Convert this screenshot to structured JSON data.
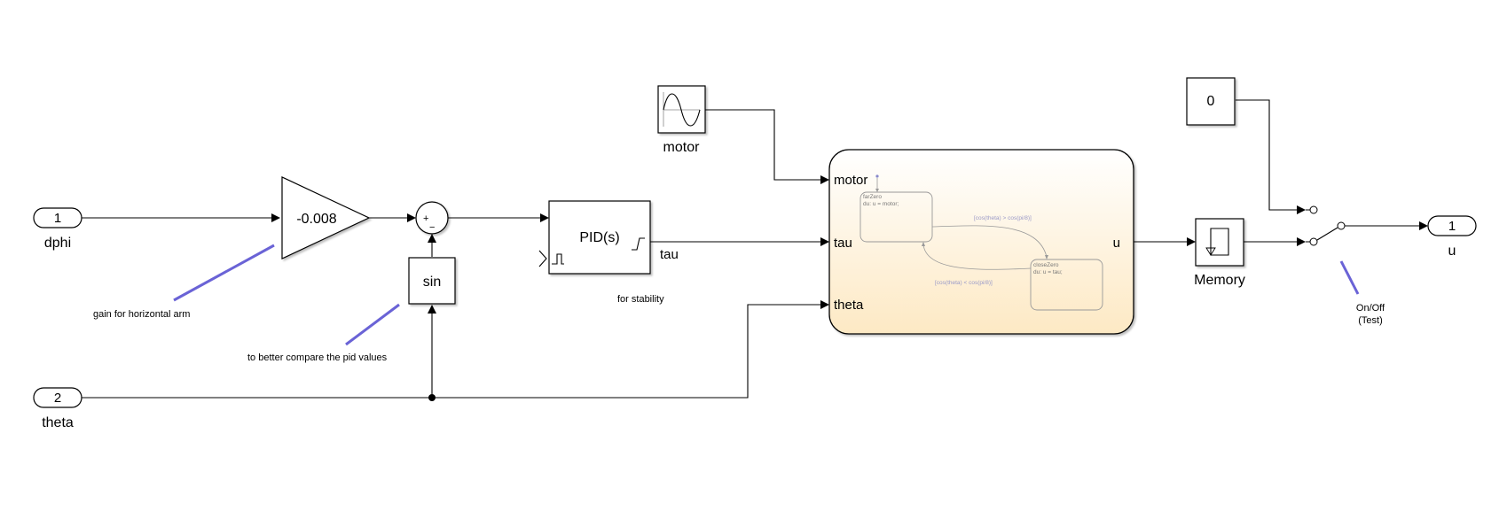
{
  "inports": [
    {
      "number": "1",
      "name": "dphi"
    },
    {
      "number": "2",
      "name": "theta"
    }
  ],
  "outport": {
    "number": "1",
    "name": "u"
  },
  "gain": {
    "value": "-0.008"
  },
  "sum": {
    "sign_plus": "+",
    "sign_minus": "−"
  },
  "sin_block": {
    "label": "sin"
  },
  "pid": {
    "label": "PID(s)",
    "output_label": "tau"
  },
  "sine_source": {
    "name": "motor"
  },
  "chart": {
    "inputs": [
      "motor",
      "tau",
      "theta"
    ],
    "output": "u",
    "states": [
      {
        "name": "farZero",
        "action": "du: u = motor;"
      },
      {
        "name": "closeZero",
        "action": "du: u = tau;"
      }
    ],
    "transitions": [
      "[cos(theta) > cos(pi/8)]",
      "[cos(theta) < cos(pi/8)]"
    ]
  },
  "memory": {
    "name": "Memory"
  },
  "constant": {
    "value": "0"
  },
  "annotations": {
    "gain_note": "gain for horizontal arm",
    "sin_note": "to better compare the pid values",
    "pid_note": "for stability",
    "switch_note_line1": "On/Off",
    "switch_note_line2": "(Test)"
  },
  "colors": {
    "annotation_line": "#6a63d6",
    "chart_fill_top": "#ffffff",
    "chart_fill_bottom": "#fde9c4"
  }
}
